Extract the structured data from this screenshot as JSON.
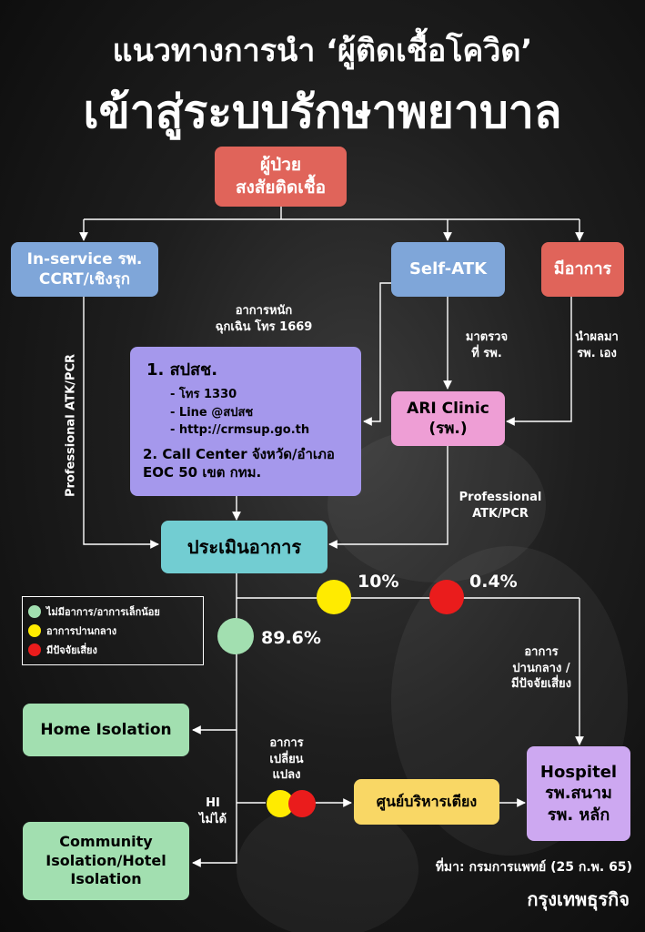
{
  "header": {
    "line1": "แนวทางการนำ ‘ผู้ติดเชื้อโควิด’",
    "line2": "เข้าสู่ระบบรักษาพยาบาล"
  },
  "nodes": {
    "suspected": [
      "ผู้ป่วย",
      "สงสัยติดเชื้อ"
    ],
    "in_service": [
      "In-service รพ.",
      "CCRT/เชิงรุก"
    ],
    "self_atk": "Self-ATK",
    "symptomatic": "มีอาการ",
    "hotline_box": {
      "item1_title": "1. สปสช.",
      "item1_sub": [
        "- โทร 1330",
        "- Line @สปสช",
        "- http://crmsup.go.th"
      ],
      "item2": [
        "2. Call Center จังหวัด/อำเภอ",
        "EOC 50 เขต กทม."
      ]
    },
    "ari_clinic": [
      "ARI Clinic",
      "(รพ.)"
    ],
    "assessment": "ประเมินอาการ",
    "home_isolation": "Home Isolation",
    "community_isolation": [
      "Community",
      "Isolation/Hotel",
      "Isolation"
    ],
    "bed_center": "ศูนย์บริหารเตียง",
    "hospitel": [
      "Hospitel",
      "รพ.สนาม",
      "รพ. หลัก"
    ]
  },
  "labels": {
    "severe": [
      "อาการหนัก",
      "ฉุกเฉิน โทร 1669"
    ],
    "come_check": [
      "มาตรวจ",
      "ที่ รพ."
    ],
    "bring_results": [
      "นำผลมา",
      "รพ. เอง"
    ],
    "professional_left": "Professional ATK/PCR",
    "professional_right": [
      "Professional",
      "ATK/PCR"
    ],
    "moderate_risk": [
      "อาการ",
      "ปานกลาง /",
      "มีปัจจัยเสี่ยง"
    ],
    "changed": [
      "อาการ",
      "เปลี่ยน",
      "แปลง"
    ],
    "hi_fail": [
      "HI",
      "ไม่ได้"
    ]
  },
  "percents": {
    "green": "89.6%",
    "yellow": "10%",
    "red": "0.4%"
  },
  "legend": [
    {
      "text": "ไม่มีอาการ/อาการเล็กน้อย",
      "color": "#a2dfb0"
    },
    {
      "text": "อาการปานกลาง",
      "color": "#ffeb00"
    },
    {
      "text": "มีปัจจัยเสี่ยง",
      "color": "#ea1c1c"
    }
  ],
  "source": "ที่มา: กรมการแพทย์ (25 ก.พ. 65)",
  "brand": "กรุงเทพธุรกิจ",
  "colors": {
    "green_dot": "#a2dfb0",
    "yellow_dot": "#ffeb00",
    "red_dot": "#ea1c1c"
  }
}
